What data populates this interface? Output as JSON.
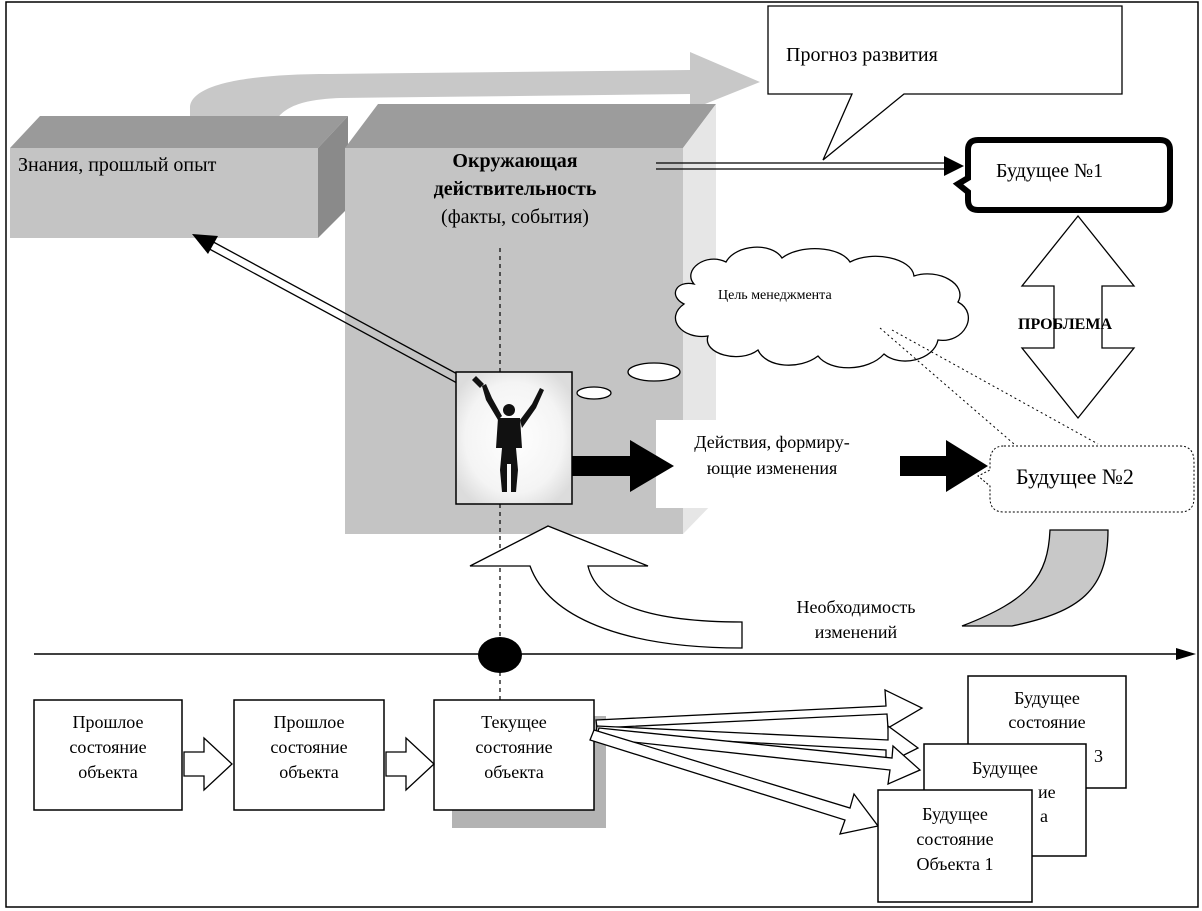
{
  "knowledge": "Знания, прошлый опыт",
  "environment": {
    "title_line1": "Окружающая",
    "title_line2": "действительность",
    "subtitle": "(факты, события)"
  },
  "forecast_callout": "Прогноз развития",
  "future1": "Будущее №1",
  "future2": "Будущее №2",
  "management_goal": "Цель менеджмента",
  "problem": "ПРОБЛЕМА",
  "actions": {
    "line1": "Действия, формиру-",
    "line2": "ющие изменения"
  },
  "necessity": {
    "line1": "Необходимость",
    "line2": "изменений"
  },
  "states": {
    "past1": [
      "Прошлое",
      "состояние",
      "объекта"
    ],
    "past2": [
      "Прошлое",
      "состояние",
      "объекта"
    ],
    "current": [
      "Текущее",
      "состояние",
      "объекта"
    ],
    "future3": [
      "Будущее",
      "состояние",
      "3"
    ],
    "future2": [
      "Будущее",
      "ие",
      "а"
    ],
    "future1": [
      "Будущее",
      "состояние",
      "Объекта 1"
    ]
  }
}
